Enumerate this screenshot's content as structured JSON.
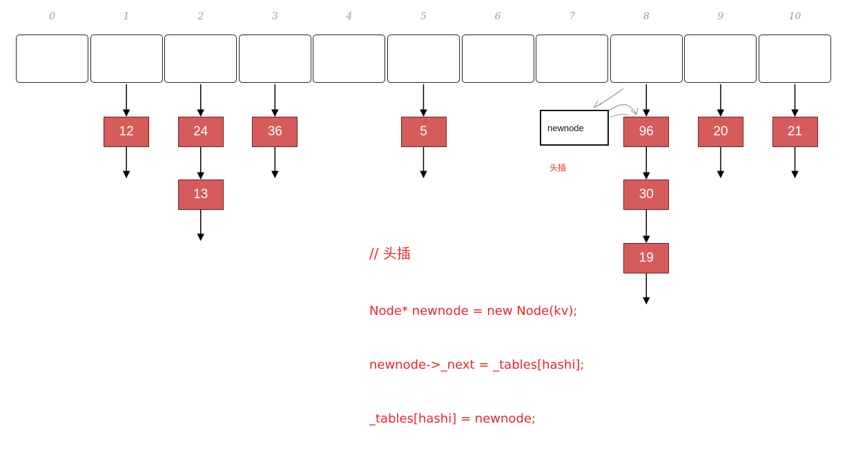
{
  "indices": [
    "0",
    "1",
    "2",
    "3",
    "4",
    "5",
    "6",
    "7",
    "8",
    "9",
    "10"
  ],
  "chains": [
    {
      "slot": 1,
      "nodes": [
        "12"
      ]
    },
    {
      "slot": 2,
      "nodes": [
        "24",
        "13"
      ]
    },
    {
      "slot": 3,
      "nodes": [
        "36"
      ]
    },
    {
      "slot": 5,
      "nodes": [
        "5"
      ]
    },
    {
      "slot": 8,
      "nodes": [
        "96",
        "30",
        "19"
      ]
    },
    {
      "slot": 9,
      "nodes": [
        "20"
      ]
    },
    {
      "slot": 10,
      "nodes": [
        "21"
      ]
    }
  ],
  "newnode_label": "newnode",
  "annotation_small": "头插",
  "code": {
    "comment": "// 头插",
    "line1": "Node* newnode = new Node(kv);",
    "line2": "newnode->_next = _tables[hashi];",
    "line3": "_tables[hashi] = newnode;"
  },
  "colors": {
    "node_fill": "#d65c5c",
    "node_border": "#6e1f1f",
    "annotation": "#e8262b",
    "index_text": "#9a9a9a",
    "sketch_arrow": "#999999"
  }
}
